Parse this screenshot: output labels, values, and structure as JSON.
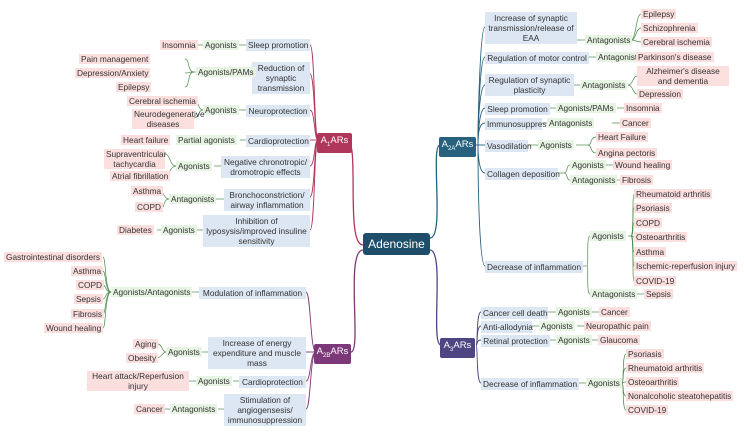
{
  "root": {
    "label": "Adenosine"
  },
  "hubs": {
    "a1": {
      "main": "A",
      "sub": "1",
      "tail": "ARs"
    },
    "a2a": {
      "main": "A",
      "sub": "2A",
      "tail": "ARs"
    },
    "a2b": {
      "main": "A",
      "sub": "2B",
      "tail": "ARs"
    },
    "a3": {
      "main": "A",
      "sub": "3",
      "tail": "ARs"
    }
  },
  "a1": {
    "sleep": {
      "cat": "Sleep promotion",
      "mode": "Agonists",
      "items": [
        "Insomnia"
      ]
    },
    "synaptic": {
      "cat": "Reduction of synaptic transmission",
      "mode": "Agonists/PAMs",
      "items": [
        "Pain management",
        "Depression/Anxiety",
        "Epilepsy"
      ]
    },
    "neuro": {
      "cat": "Neuroprotection",
      "mode": "Agonists",
      "items": [
        "Cerebral ischemia",
        "Neurodegenerative diseases"
      ]
    },
    "cardio": {
      "cat": "Cardioprotection",
      "mode": "Partial agonists",
      "items": [
        "Heart failure"
      ]
    },
    "chrono": {
      "cat": "Negative chronotropic/ dromotropic effects",
      "mode": "Agonists",
      "items": [
        "Supraventricular tachycardia",
        "Atrial fibrillation"
      ]
    },
    "broncho": {
      "cat": "Bronchoconstriction/ airway inflammation",
      "mode": "Antagonists",
      "items": [
        "Asthma",
        "COPD"
      ]
    },
    "lipo": {
      "cat": "Inhibition of lyposysis/improved insuline sensitivity",
      "mode": "Agonists",
      "items": [
        "Diabetes"
      ]
    }
  },
  "a2a": {
    "eaa": {
      "cat": "Increase of synaptic transmission/release of EAA",
      "mode": "Antagonists",
      "items": [
        "Epilepsy",
        "Schizophrenia",
        "Cerebral ischemia"
      ]
    },
    "motor": {
      "cat": "Regulation of motor control",
      "mode": "Antagonists",
      "items": [
        "Parkinson's disease"
      ]
    },
    "plasticity": {
      "cat": "Regulation of synaptic plasticity",
      "mode": "Antagonists",
      "items": [
        "Alzheimer's disease and dementia",
        "Depression"
      ]
    },
    "sleep": {
      "cat": "Sleep promotion",
      "mode": "Agonists/PAMs",
      "items": [
        "Insomnia"
      ]
    },
    "immuno": {
      "cat": "Immunosuppression",
      "mode": "Antagonists",
      "items": [
        "Cancer"
      ]
    },
    "vaso": {
      "cat": "Vasodilation",
      "mode": "Agonists",
      "items": [
        "Heart Failure",
        "Angina pectoris"
      ]
    },
    "collagen": {
      "cat": "Collagen deposition",
      "modes": [
        {
          "mode": "Agonists",
          "items": [
            "Wound healing"
          ]
        },
        {
          "mode": "Antagonists",
          "items": [
            "Fibrosis"
          ]
        }
      ]
    },
    "inflam": {
      "cat": "Decrease of inflammation",
      "modes": [
        {
          "mode": "Agonists",
          "items": [
            "Rheumatoid arthritis",
            "Psoriasis",
            "COPD",
            "Osteoarthritis",
            "Asthma",
            "Ischemic-reperfusion injury",
            "COVID-19"
          ]
        },
        {
          "mode": "Antagonists",
          "items": [
            "Sepsis"
          ]
        }
      ]
    }
  },
  "a2b": {
    "inflam": {
      "cat": "Modulation of inflammation",
      "mode": "Agonists/Antagonists",
      "items": [
        "Gastrointestinal disorders",
        "Asthma",
        "COPD",
        "Sepsis",
        "Fibrosis",
        "Wound healing"
      ]
    },
    "energy": {
      "cat": "Increase of energy expenditure and muscle mass",
      "mode": "Agonists",
      "items": [
        "Aging",
        "Obesity"
      ]
    },
    "cardio": {
      "cat": "Cardioprotection",
      "mode": "Agonists",
      "items": [
        "Heart attack/Reperfusion injury"
      ]
    },
    "angio": {
      "cat": "Stimulation of angiogensesis/ immunosuppression",
      "mode": "Antagonists",
      "items": [
        "Cancer"
      ]
    }
  },
  "a3": {
    "death": {
      "cat": "Cancer cell death",
      "mode": "Agonists",
      "items": [
        "Cancer"
      ]
    },
    "allodynia": {
      "cat": "Anti-allodynia",
      "mode": "Agonists",
      "items": [
        "Neuropathic pain"
      ]
    },
    "retinal": {
      "cat": "Retinal protection",
      "mode": "Agonists",
      "items": [
        "Glaucoma"
      ]
    },
    "inflam": {
      "cat": "Decrease of inflammation",
      "mode": "Agonists",
      "items": [
        "Psoriasis",
        "Rheumatoid arthritis",
        "Osteoarthritis",
        "Nonalcoholic steatohepatitis",
        "COVID-19"
      ]
    }
  }
}
